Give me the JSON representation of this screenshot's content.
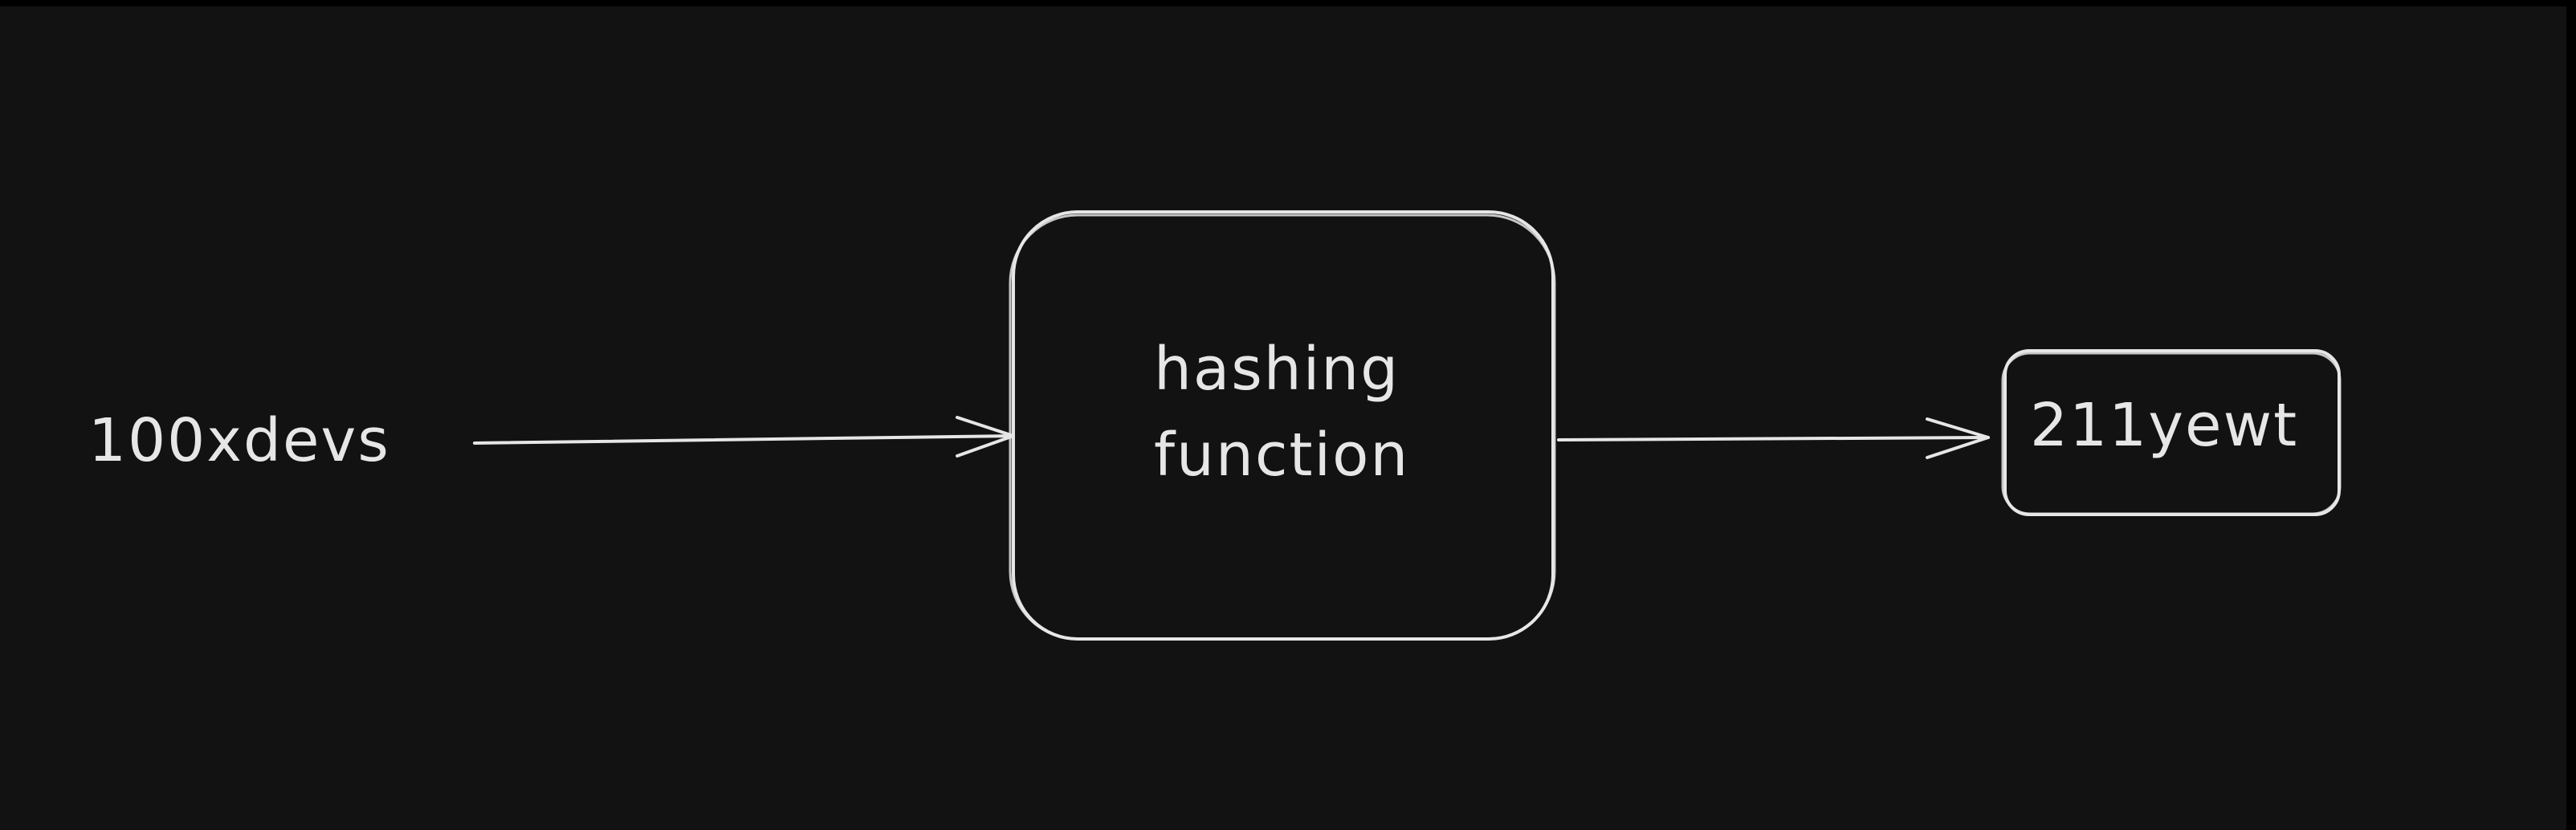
{
  "diagram": {
    "input_label": "100xdevs",
    "process_label_line1": "hashing",
    "process_label_line2": "function",
    "output_label": "211yewt"
  },
  "colors": {
    "background": "#121212",
    "stroke": "#e6e6e6",
    "text": "#e6e6e6"
  }
}
